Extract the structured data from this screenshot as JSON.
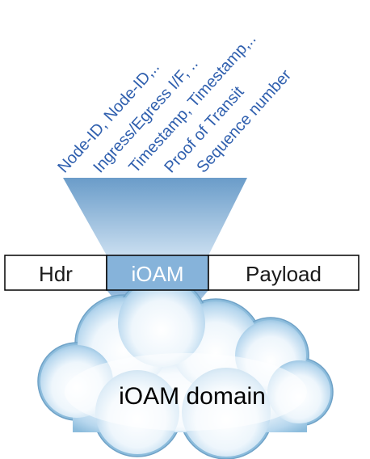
{
  "header_fields": [
    "Node-ID, Node-ID,..",
    "Ingress/Egress I/F, ..",
    "Timestamp, Timestamp,..",
    "Proof of Transit",
    "Sequence number"
  ],
  "packet": {
    "segments": [
      {
        "label": "Hdr"
      },
      {
        "label": "iOAM"
      },
      {
        "label": "Payload"
      }
    ]
  },
  "domain": {
    "label": "iOAM domain"
  },
  "colors": {
    "label_text": "#2f5fae",
    "funnel_top": "#6a9cc9",
    "funnel_bottom": "#c9def0",
    "ioam_fill": "#86b3da",
    "cloud_outer": "#8cbcdc",
    "cloud_inner": "#ffffff",
    "cloud_stroke": "#6fa2c7"
  }
}
